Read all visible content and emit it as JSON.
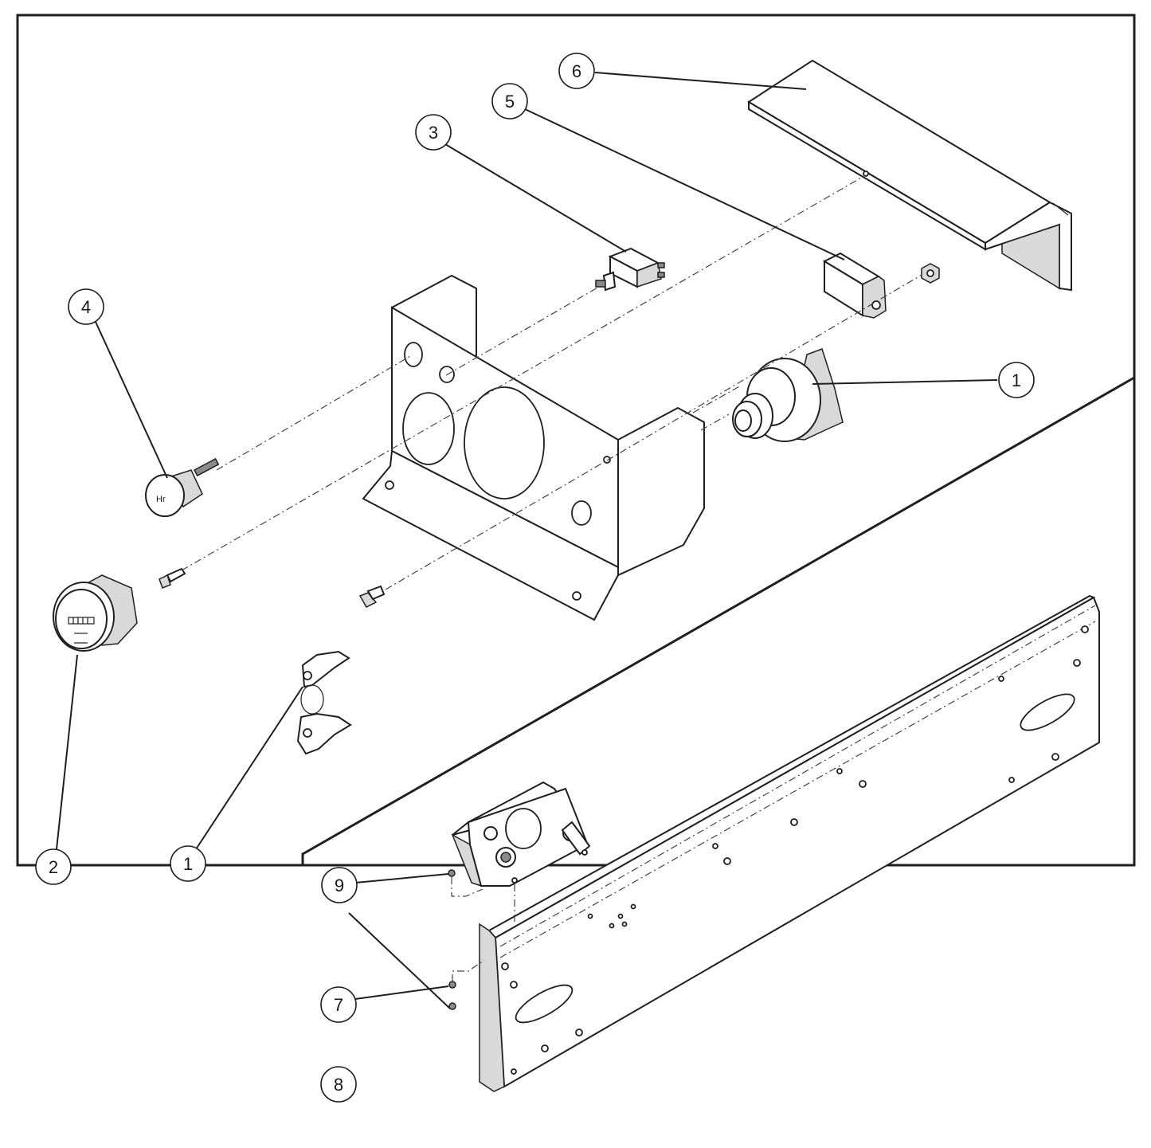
{
  "callouts": [
    {
      "id": "c6",
      "label": "6"
    },
    {
      "id": "c5",
      "label": "5"
    },
    {
      "id": "c3",
      "label": "3"
    },
    {
      "id": "c4",
      "label": "4"
    },
    {
      "id": "c1a",
      "label": "1"
    },
    {
      "id": "c2",
      "label": "2"
    },
    {
      "id": "c1b",
      "label": "1"
    },
    {
      "id": "c9",
      "label": "9"
    },
    {
      "id": "c7",
      "label": "7"
    },
    {
      "id": "c8",
      "label": "8"
    }
  ],
  "parts": [
    {
      "name": "cover-plate",
      "callout": "6"
    },
    {
      "name": "relay-bracket",
      "callout": "5"
    },
    {
      "name": "toggle-switch",
      "callout": "3"
    },
    {
      "name": "indicator-light",
      "callout": "4"
    },
    {
      "name": "ignition-switch",
      "callout": "1"
    },
    {
      "name": "hour-meter",
      "callout": "2"
    },
    {
      "name": "ignition-keys",
      "callout": "1"
    },
    {
      "name": "screw",
      "callout": "9"
    },
    {
      "name": "washer",
      "callout": "7"
    },
    {
      "name": "nut",
      "callout": "8"
    }
  ]
}
